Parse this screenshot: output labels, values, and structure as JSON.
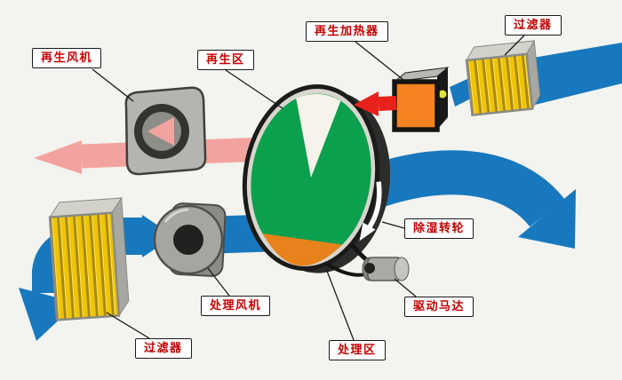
{
  "diagram": {
    "type": "desiccant-wheel-dehumidifier-schematic",
    "labels": {
      "regen_fan": "再生风机",
      "regen_zone": "再生区",
      "regen_heater": "再生加热器",
      "filter_top": "过滤器",
      "dehumid_wheel": "除湿转轮",
      "drive_motor": "驱动马达",
      "process_fan": "处理风机",
      "process_zone": "处理区",
      "filter_bottom": "过滤器"
    },
    "colors": {
      "process_air_blue": "#1878be",
      "regen_exhaust_pink": "#f3a39f",
      "hot_air_red": "#e8211a",
      "wheel_face_green": "#0ba04d",
      "wheel_regen_sector_white": "#f6f3ea",
      "wheel_bottom_orange": "#e8821c",
      "heater_body_orange": "#f58220",
      "filter_media_yellow": "#f1c400",
      "label_text_red": "#c40000",
      "background": "#f3f3ef"
    }
  }
}
